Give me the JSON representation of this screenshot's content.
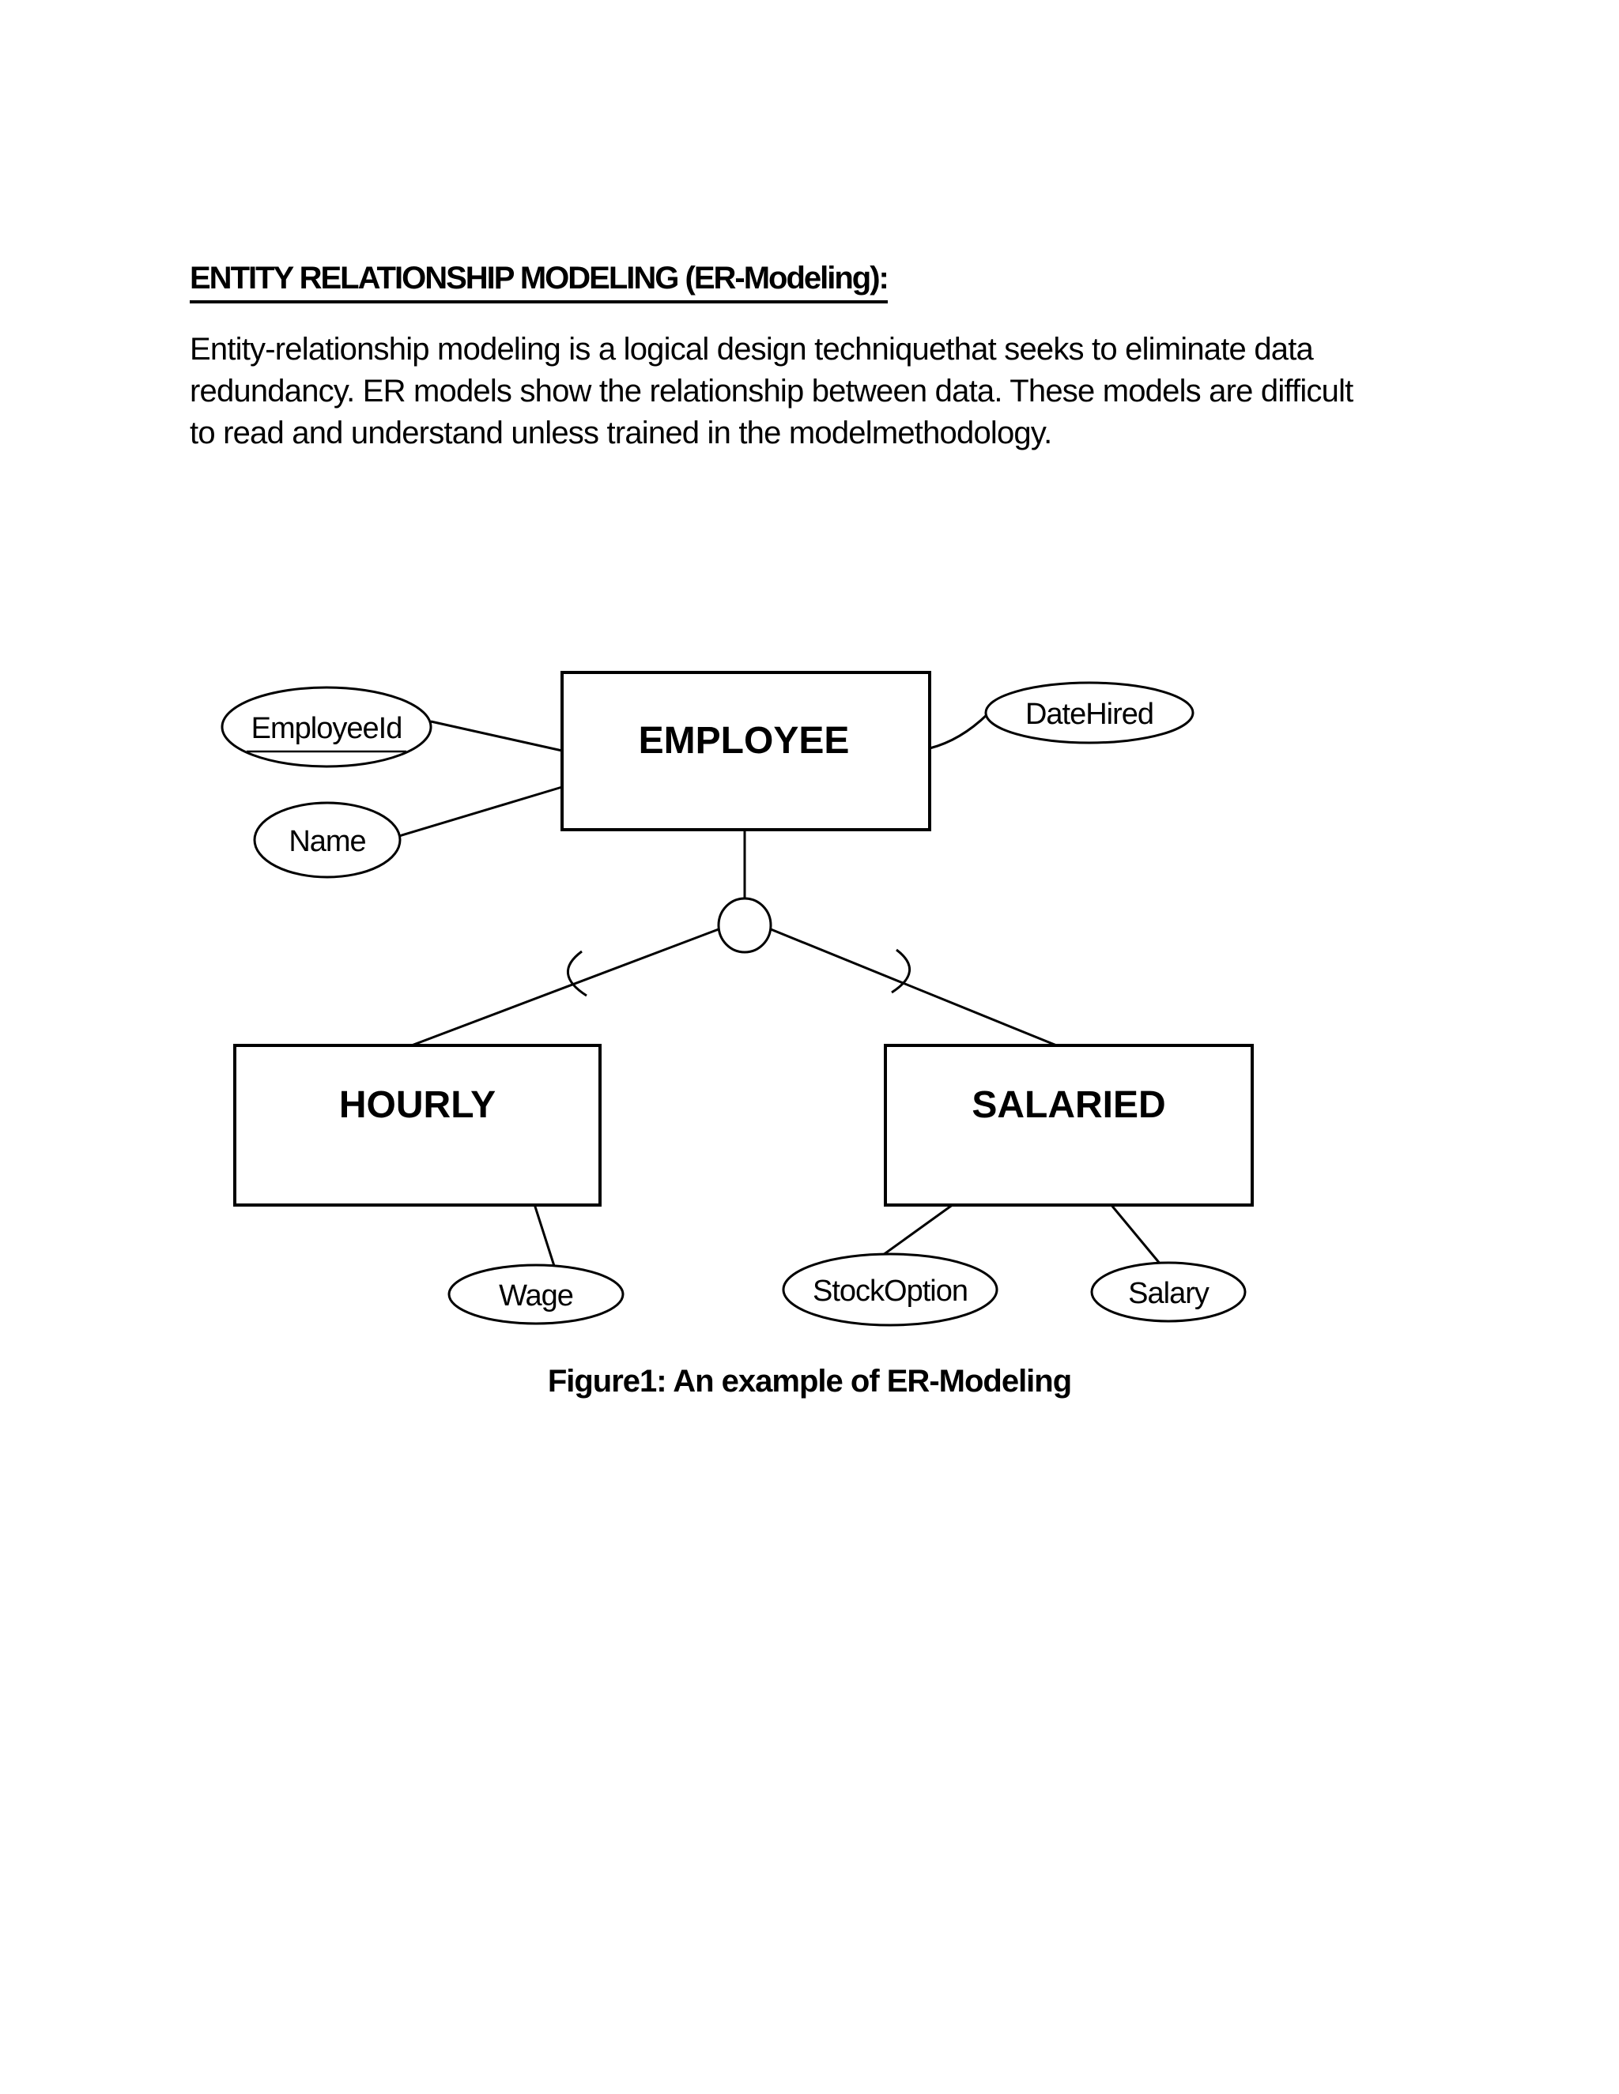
{
  "document": {
    "heading": "ENTITY RELATIONSHIP MODELING (ER-Modeling):",
    "paragraph": {
      "lines": [
        "Entity-relationship modeling is a logical design techniquethat seeks to eliminate data",
        "redundancy. ER models show the relationship between data. These models are difficult",
        "to read and understand unless trained in the modelmethodology."
      ]
    },
    "figure_caption": "Figure1: An example of ER-Modeling"
  },
  "diagram": {
    "entities": {
      "employee": "EMPLOYEE",
      "hourly": "HOURLY",
      "salaried": "SALARIED"
    },
    "attributes": {
      "employee_id": "EmployeeId",
      "name": "Name",
      "date_hired": "DateHired",
      "wage": "Wage",
      "stock_option": "StockOption",
      "salary": "Salary"
    },
    "notes": {
      "key_attribute_underlined": "EmployeeId",
      "relationship_type": "ISA subtype circle with subset arcs"
    },
    "colors": {
      "ink": "#000000",
      "background": "#ffffff"
    }
  }
}
